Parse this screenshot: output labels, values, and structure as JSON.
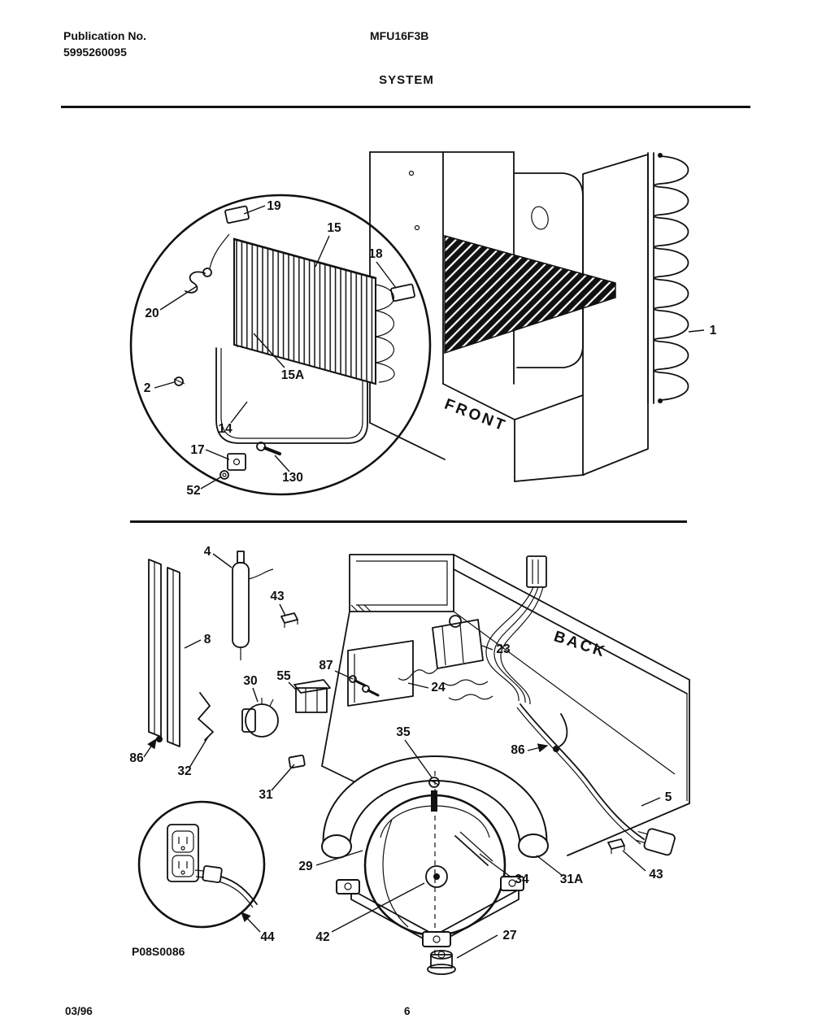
{
  "page": {
    "background": "#ffffff",
    "ink": "#111111"
  },
  "header": {
    "publication_label": "Publication No.",
    "publication_number": "5995260095",
    "model_number": "MFU16F3B",
    "section_title": "SYSTEM"
  },
  "diagram": {
    "figure_code": "P08S0086",
    "front_label": "FRONT",
    "back_label": "BACK",
    "callouts": {
      "top": [
        "19",
        "15",
        "18",
        "20",
        "2",
        "14",
        "15A",
        "17",
        "52",
        "130",
        "1"
      ],
      "bottom": [
        "4",
        "43",
        "8",
        "23",
        "87",
        "55",
        "30",
        "24",
        "35",
        "86",
        "86",
        "32",
        "31",
        "5",
        "29",
        "34",
        "31A",
        "43",
        "44",
        "42",
        "27"
      ]
    }
  },
  "footer": {
    "issue_date": "03/96",
    "page_number": "6"
  }
}
